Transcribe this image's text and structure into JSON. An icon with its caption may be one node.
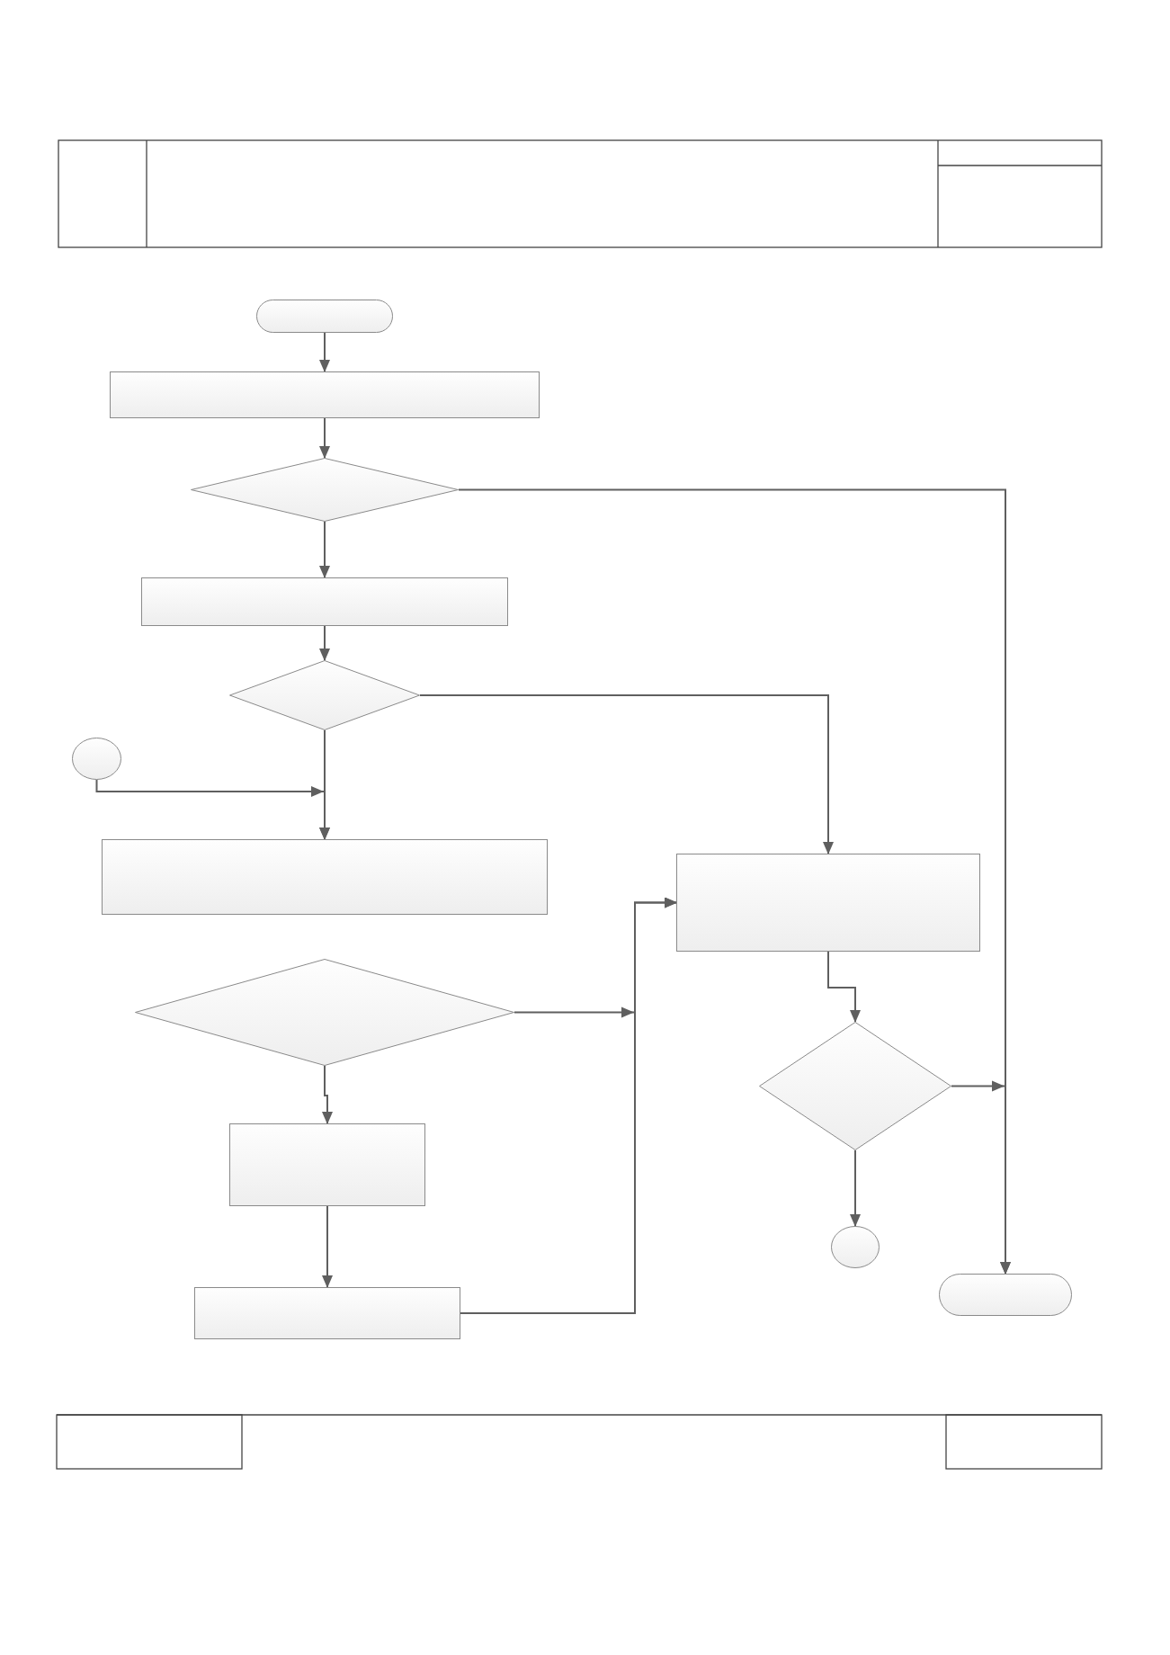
{
  "diagram": {
    "nodes": [
      {
        "text": [],
        "shape": "pill"
      },
      {
        "text": [],
        "shape": "box"
      },
      {
        "text": [],
        "shape": "diamond"
      },
      {
        "text": [],
        "shape": "box"
      },
      {
        "text": [],
        "shape": "diamond"
      },
      {
        "text": [],
        "shape": "circle"
      },
      {
        "text": [],
        "shape": "box"
      },
      {
        "text": [],
        "shape": "diamond"
      },
      {
        "text": [],
        "shape": "box"
      },
      {
        "text": [],
        "shape": "box"
      },
      {
        "text": [],
        "shape": "box"
      },
      {
        "text": [],
        "shape": "diamond"
      },
      {
        "text": [],
        "shape": "circle"
      },
      {
        "text": [],
        "shape": "pill"
      }
    ],
    "edges": [
      {
        "from": 0,
        "to": 1,
        "arrow": "to"
      },
      {
        "from": 1,
        "to": 2,
        "arrow": "to"
      },
      {
        "from": 2,
        "to": 3,
        "arrow": "to"
      },
      {
        "from": 3,
        "to": 4,
        "arrow": "to"
      },
      {
        "from": 4,
        "to": 6,
        "arrow": "to"
      },
      {
        "from": 5,
        "to": 6,
        "arrow": "to"
      },
      {
        "from": 2,
        "to": 13,
        "arrow": "to"
      },
      {
        "from": 4,
        "to": 10,
        "arrow": "to"
      },
      {
        "from": 7,
        "to": 10,
        "arrow": "to"
      },
      {
        "from": 7,
        "to": 8,
        "arrow": "to"
      },
      {
        "from": 8,
        "to": 9,
        "arrow": "to"
      },
      {
        "from": 9,
        "to": 10,
        "arrow": "to"
      },
      {
        "from": 10,
        "to": 11,
        "arrow": "to"
      },
      {
        "from": 11,
        "to": 12,
        "arrow": "to"
      },
      {
        "from": 11,
        "to": 13,
        "arrow": "to"
      }
    ]
  }
}
